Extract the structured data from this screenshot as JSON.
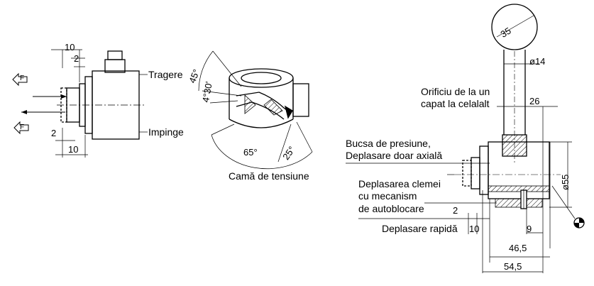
{
  "left_view": {
    "dim_top": "10",
    "dim_mid": "2",
    "dim_bottom_2": "2",
    "dim_bottom_10": "10",
    "label_pull": "Tragere",
    "label_push": "Impinge",
    "force_symbol": "F"
  },
  "cam_view": {
    "angle_45": "45°",
    "angle_4_30": "4°30'",
    "angle_65": "65°",
    "angle_25": "25°",
    "caption": "Camă de tensiune"
  },
  "right_view": {
    "dim_35": "35",
    "dim_14": "ø14",
    "orifice_line1": "Orificiu de la un",
    "orifice_line2": "capat la celalalt",
    "dim_26": "26",
    "bush_line1": "Bucsa de presiune,",
    "bush_line2": "Deplasare doar axială",
    "dim_55": "ø55",
    "clamp_line1": "Deplasarea clemei",
    "clamp_line2": "cu mecanism",
    "clamp_line3": "de autoblocare",
    "dim_2": "2",
    "rapid_label": "Deplasare rapidă",
    "dim_10": "10",
    "dim_9": "9",
    "dim_46_5": "46,5",
    "dim_54_5": "54,5"
  }
}
